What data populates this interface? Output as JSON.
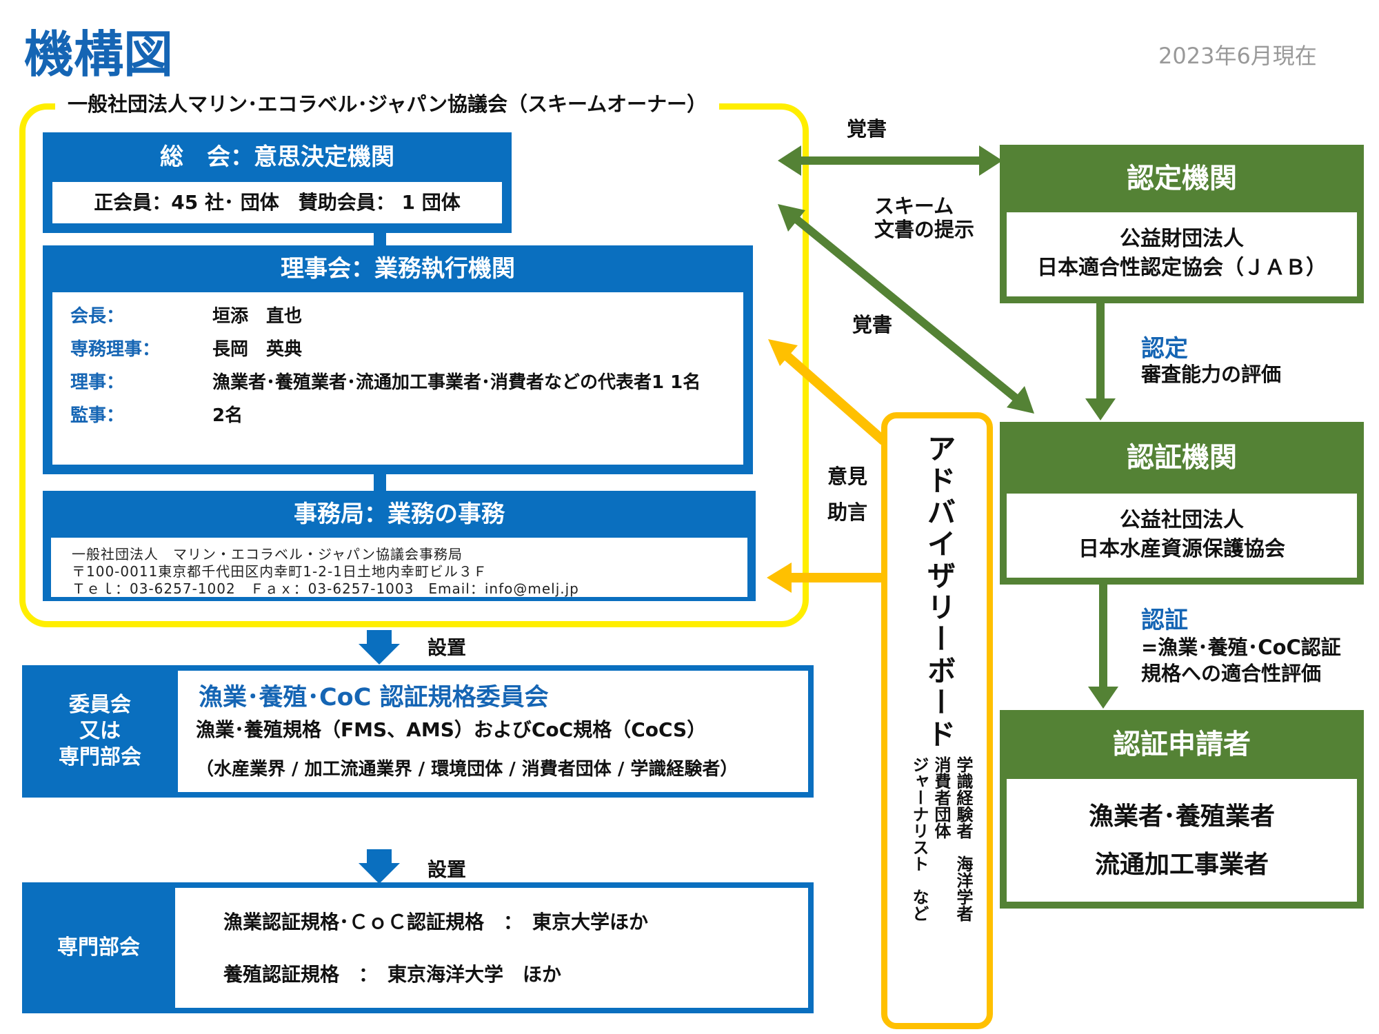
{
  "page": {
    "title": "機構図",
    "date": "2023年6月現在"
  },
  "owner": {
    "label": "一般社団法人マリン･エコラベル･ジャパン協議会（スキームオーナー）"
  },
  "general_assembly": {
    "title": "総　会：意思決定機関",
    "members": "正会員：45 社･ 団体　賛助会員： 1 団体"
  },
  "board": {
    "title": "理事会：業務執行機関",
    "rows": [
      {
        "label": "会長：",
        "value": "垣添　直也"
      },
      {
        "label": "専務理事：",
        "value": "長岡　英典"
      },
      {
        "label": "理事：",
        "value": "漁業者･養殖業者･流通加工事業者･消費者などの代表者1 1名"
      },
      {
        "label": "監事：",
        "value": "2名"
      }
    ]
  },
  "secretariat": {
    "title": "事務局：業務の事務",
    "lines": [
      "一般社団法人　マリン・エコラベル・ジャパン協議会事務局",
      "〒100-0011東京都千代田区内幸町1-2-1日土地内幸町ビル３Ｆ",
      "Ｔｅｌ：03-6257-1002　Ｆａｘ：03-6257-1003　Email：info@melj.jp"
    ]
  },
  "arrows": {
    "setchi1": "設置",
    "setchi2": "設置"
  },
  "committee": {
    "side": [
      "委員会",
      "又は",
      "専門部会"
    ],
    "title": "漁業･養殖･CoC 認証規格委員会",
    "line1": "漁業･養殖規格（FMS、AMS）およびCoC規格（CoCS）",
    "line2": "（水産業界 / 加工流通業界 / 環境団体 / 消費者団体 / 学識経験者）"
  },
  "subcommittee": {
    "side": "専門部会",
    "line1": "漁業認証規格･ＣｏＣ認証規格　：　東京大学ほか",
    "line2": "養殖認証規格　：　東京海洋大学　ほか"
  },
  "advisory": {
    "title": "アドバイザリーボード",
    "sub_col1": "学識経験者　海洋学者",
    "sub_col2": "消費者団体",
    "sub_col3": "ジャーナリスト　など"
  },
  "links": {
    "memo1": "覚書",
    "scheme_line1": "スキーム",
    "scheme_line2": "文書の提示",
    "memo2": "覚書",
    "opinion": "意見",
    "advice": "助言"
  },
  "accreditation": {
    "title": "認定機関",
    "line1": "公益財団法人",
    "line2": "日本適合性認定協会（ＪＡＢ）"
  },
  "accreditation_arrow": {
    "label": "認定",
    "text": "審査能力の評価"
  },
  "certification": {
    "title": "認証機関",
    "line1": "公益社団法人",
    "line2": "日本水産資源保護協会"
  },
  "certification_arrow": {
    "label": "認証",
    "text1": "=漁業･養殖･CoC認証",
    "text2": "規格への適合性評価"
  },
  "applicant": {
    "title": "認証申請者",
    "line1": "漁業者･養殖業者",
    "line2": "流通加工事業者"
  },
  "colors": {
    "blue": "#0a6fbf",
    "title_blue": "#1565b4",
    "green": "#548235",
    "yellow": "#ffee00",
    "orange": "#ffc000"
  }
}
